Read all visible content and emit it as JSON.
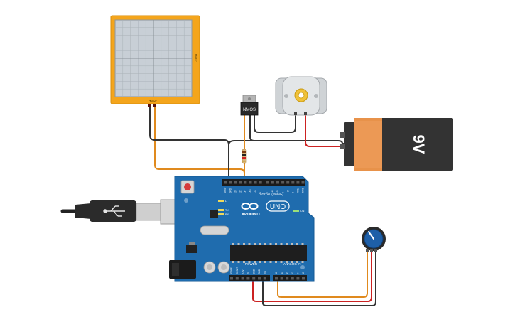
{
  "oscilloscope": {
    "side_label": "Volts: ",
    "bottom_label": "Time: "
  },
  "transistor": {
    "label": "NMOS"
  },
  "battery": {
    "label": "9V"
  },
  "arduino": {
    "brand": "ARDUINO",
    "model": "UNO",
    "digital_header": "DIGITAL (PWM~)",
    "power_header": "POWER",
    "analog_header": "ANALOG IN",
    "led_l": "L",
    "led_tx": "TX",
    "led_rx": "RX",
    "led_on": "ON",
    "digital_pins": [
      "AREF",
      "GND",
      "13",
      "12",
      "~11",
      "~10",
      "~9",
      "8",
      "7",
      "~6",
      "~5",
      "4",
      "~3",
      "2",
      "TX 1",
      "RX 0"
    ],
    "power_pins": [
      "IOREF",
      "RESET",
      "3.3V",
      "5V",
      "GND",
      "GND",
      "Vin"
    ],
    "analog_pins": [
      "A0",
      "A1",
      "A2",
      "A3",
      "A4",
      "A5"
    ]
  },
  "colors": {
    "board": "#1f6cae",
    "board_dark": "#155a94",
    "wire_orange": "#e08a1e",
    "wire_black": "#333333",
    "wire_red": "#cc2222",
    "scope_frame": "#f4a51c",
    "battery_orange": "#e8924a",
    "battery_dark": "#333333"
  }
}
